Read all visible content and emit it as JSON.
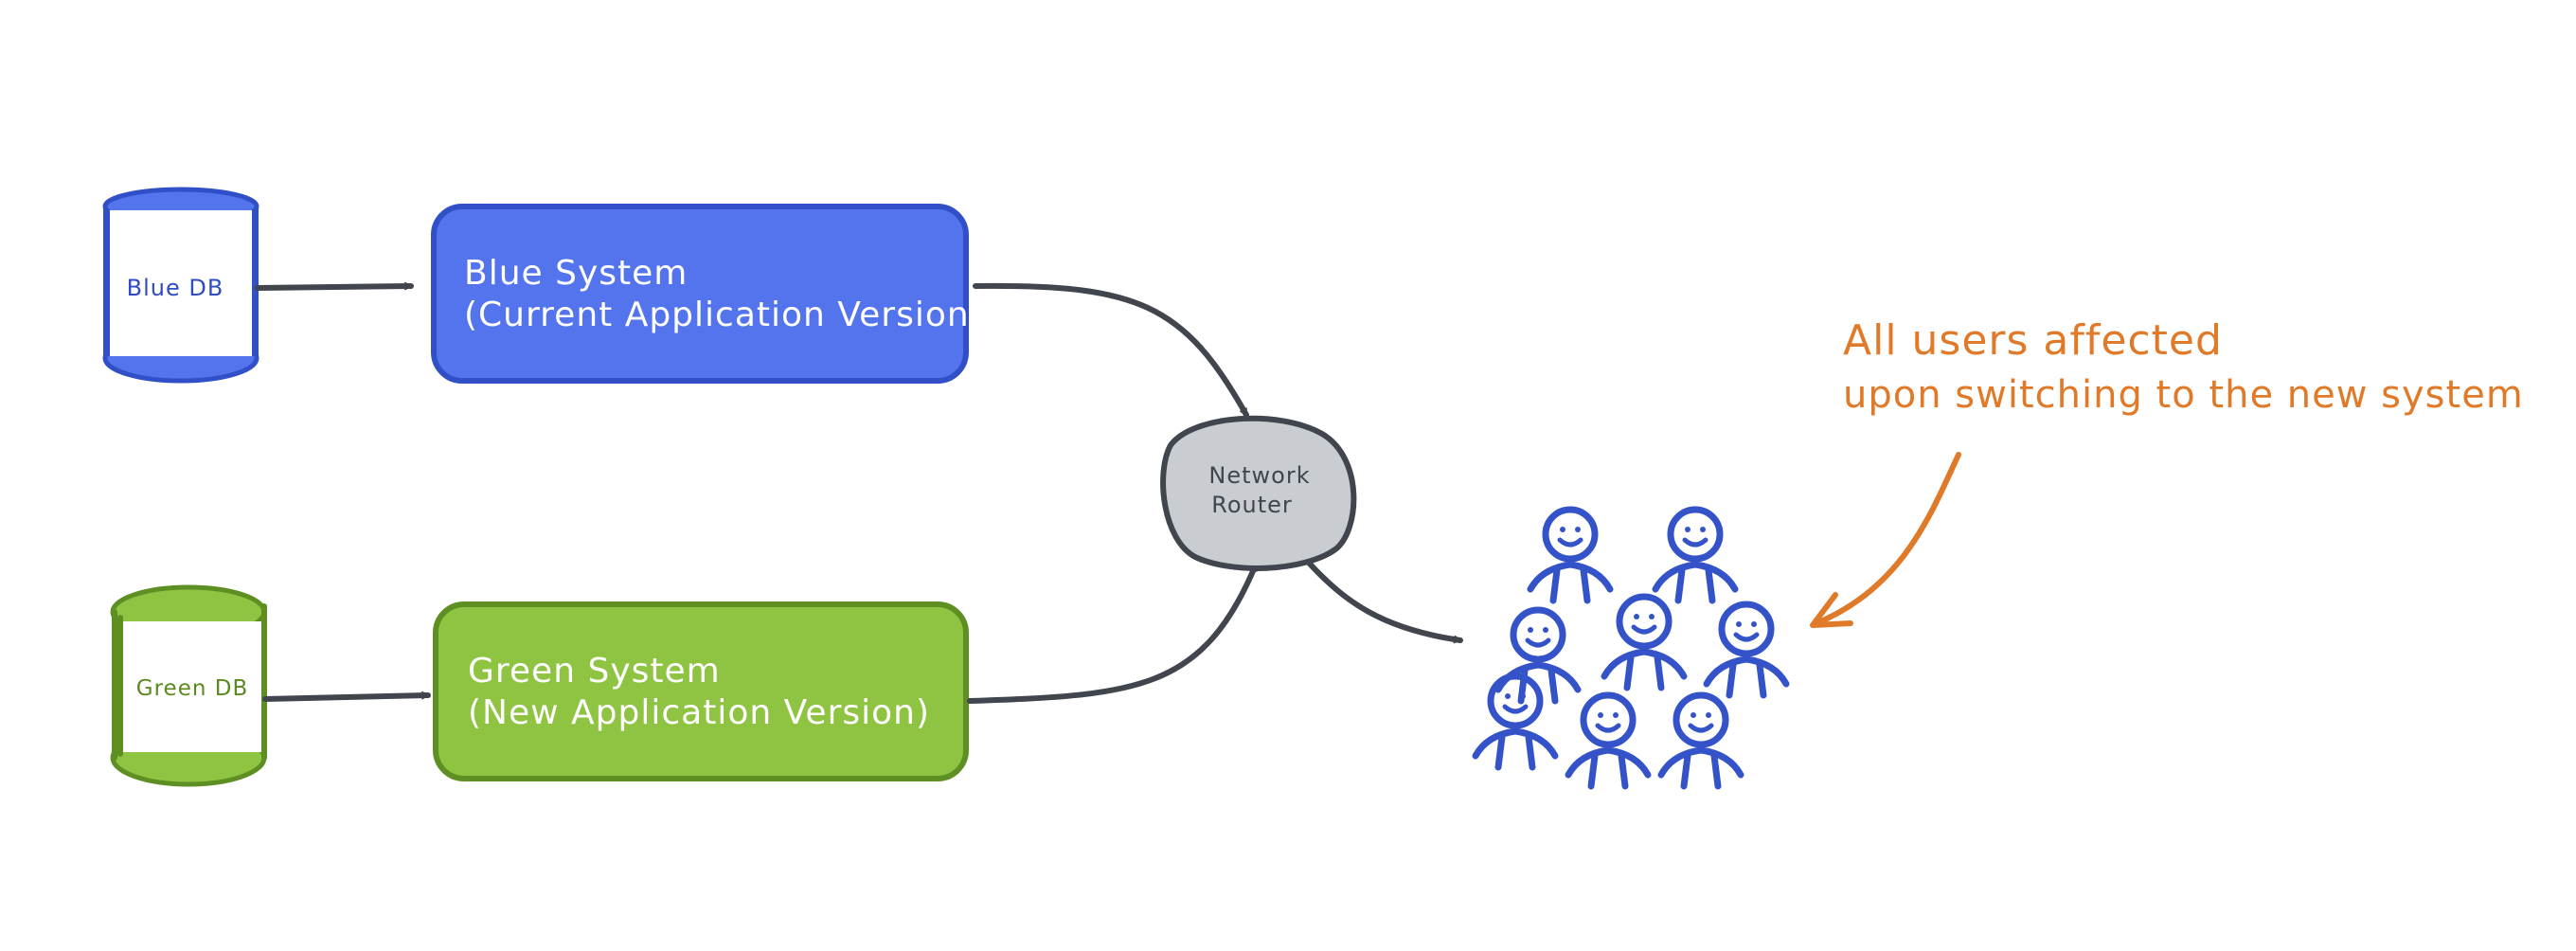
{
  "colors": {
    "background": "#ffffff",
    "blue_fill": "#5474ee",
    "blue_stroke": "#3150c8",
    "blue_text": "#2f4cc2",
    "green_fill": "#8fc442",
    "green_stroke": "#5e8f22",
    "green_text": "#5c8a1f",
    "router_fill": "#c9ccd1",
    "dark_stroke": "#41454d",
    "users": "#3553c9",
    "annotation": "#e07a28"
  },
  "blue_db": {
    "label": "Blue DB"
  },
  "green_db": {
    "label": "Green DB"
  },
  "blue_system": {
    "line1": "Blue System",
    "line2": "(Current Application Version)"
  },
  "green_system": {
    "line1": "Green System",
    "line2": "(New Application Version)"
  },
  "router": {
    "line1": "Network",
    "line2": "Router"
  },
  "annotation": {
    "line1": "All users affected",
    "line2": "upon switching to the new system"
  },
  "users": {
    "icon": "users-crowd-icon",
    "count": 8
  }
}
